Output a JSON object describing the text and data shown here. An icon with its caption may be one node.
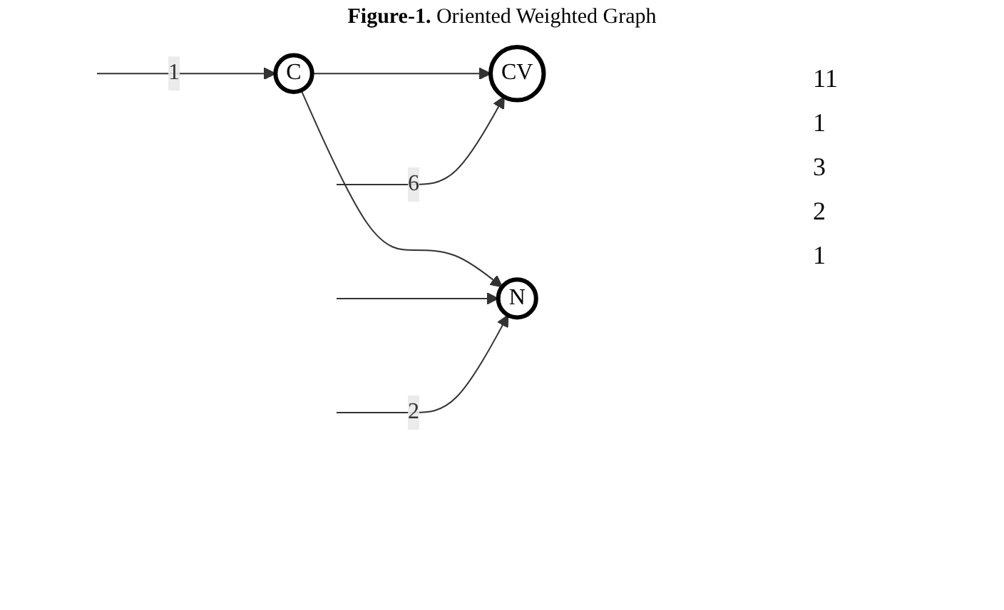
{
  "diagram": {
    "title": "**Figure-1.** Oriented Weighted Graph",
    "nodes": [
      {
        "text": [
          "C"
        ]
      },
      {
        "text": [
          "CV"
        ]
      },
      {
        "text": [
          "N"
        ]
      }
    ],
    "edges": [
      {
        "from": null,
        "to": 0,
        "arrow": "to",
        "label": "1"
      },
      {
        "from": 0,
        "to": 1,
        "arrow": "to"
      },
      {
        "from": 0,
        "to": 2,
        "arrow": "to"
      },
      {
        "from": null,
        "to": 2,
        "arrow": "to"
      },
      {
        "from": null,
        "to": 1,
        "arrow": "to",
        "label": "6"
      },
      {
        "from": null,
        "to": 2,
        "arrow": "to",
        "label": "2"
      }
    ],
    "labels": [
      "11",
      "1",
      "3",
      "2",
      "1"
    ]
  }
}
